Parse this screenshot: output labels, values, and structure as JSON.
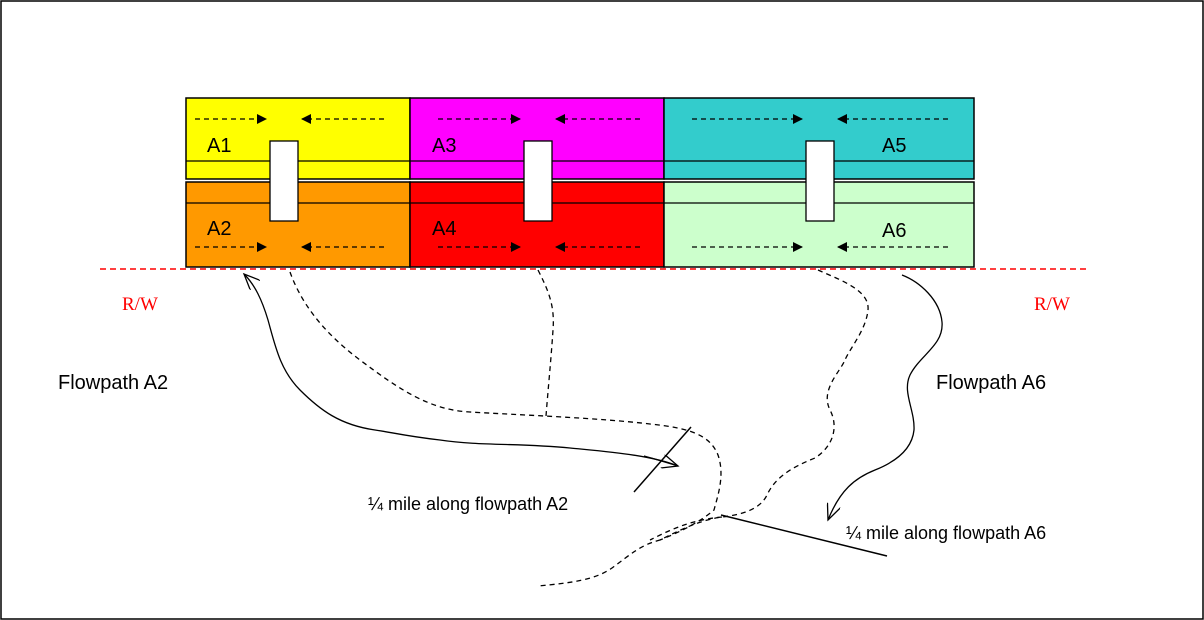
{
  "areas": [
    {
      "id": "A1",
      "label": "A1",
      "color": "#FFFF00"
    },
    {
      "id": "A3",
      "label": "A3",
      "color": "#FF00FF"
    },
    {
      "id": "A5",
      "label": "A5",
      "color": "#33CCCC"
    },
    {
      "id": "A2",
      "label": "A2",
      "color": "#FF9900"
    },
    {
      "id": "A4",
      "label": "A4",
      "color": "#FF0000"
    },
    {
      "id": "A6",
      "label": "A6",
      "color": "#CCFFCC"
    }
  ],
  "right_of_way": {
    "label_left": "R/W",
    "label_right": "R/W",
    "color": "#FF0000"
  },
  "flowpaths": {
    "a2_label": "Flowpath A2",
    "a6_label": "Flowpath A6",
    "a2_distance_label": "¼ mile along flowpath A2",
    "a6_distance_label": "¼ mile along flowpath A6"
  }
}
